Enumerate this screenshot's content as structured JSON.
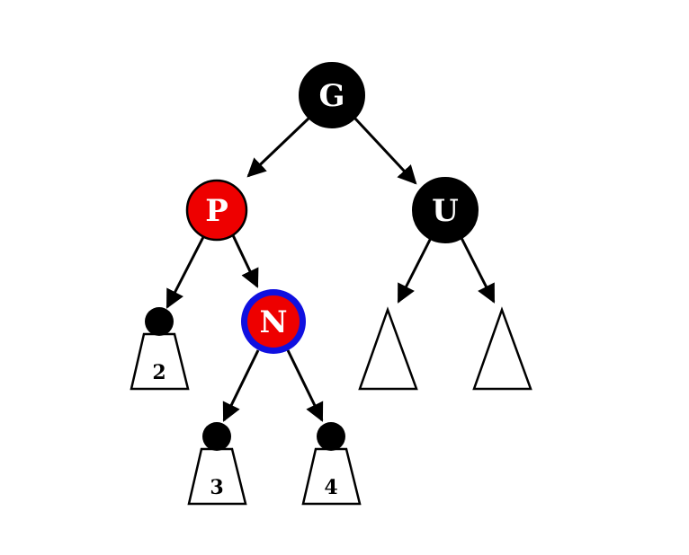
{
  "colors": {
    "black_node": "#000000",
    "red_node": "#ee0000",
    "highlight_ring": "#1010e0",
    "edge": "#000000",
    "label": "#ffffff",
    "subtree_fill": "#ffffff",
    "subtree_stroke": "#000000"
  },
  "nodes": {
    "G": {
      "label": "G",
      "color": "black"
    },
    "P": {
      "label": "P",
      "color": "red"
    },
    "U": {
      "label": "U",
      "color": "black"
    },
    "N": {
      "label": "N",
      "color": "red",
      "highlighted": true
    }
  },
  "leaves": {
    "leaf2": {
      "label": "2"
    },
    "leaf3": {
      "label": "3"
    },
    "leaf4": {
      "label": "4"
    }
  },
  "subtrees": {
    "s2": {
      "label": "2"
    },
    "s3": {
      "label": "3"
    },
    "s4": {
      "label": "4"
    },
    "su_left": {
      "label": ""
    },
    "su_right": {
      "label": ""
    }
  }
}
